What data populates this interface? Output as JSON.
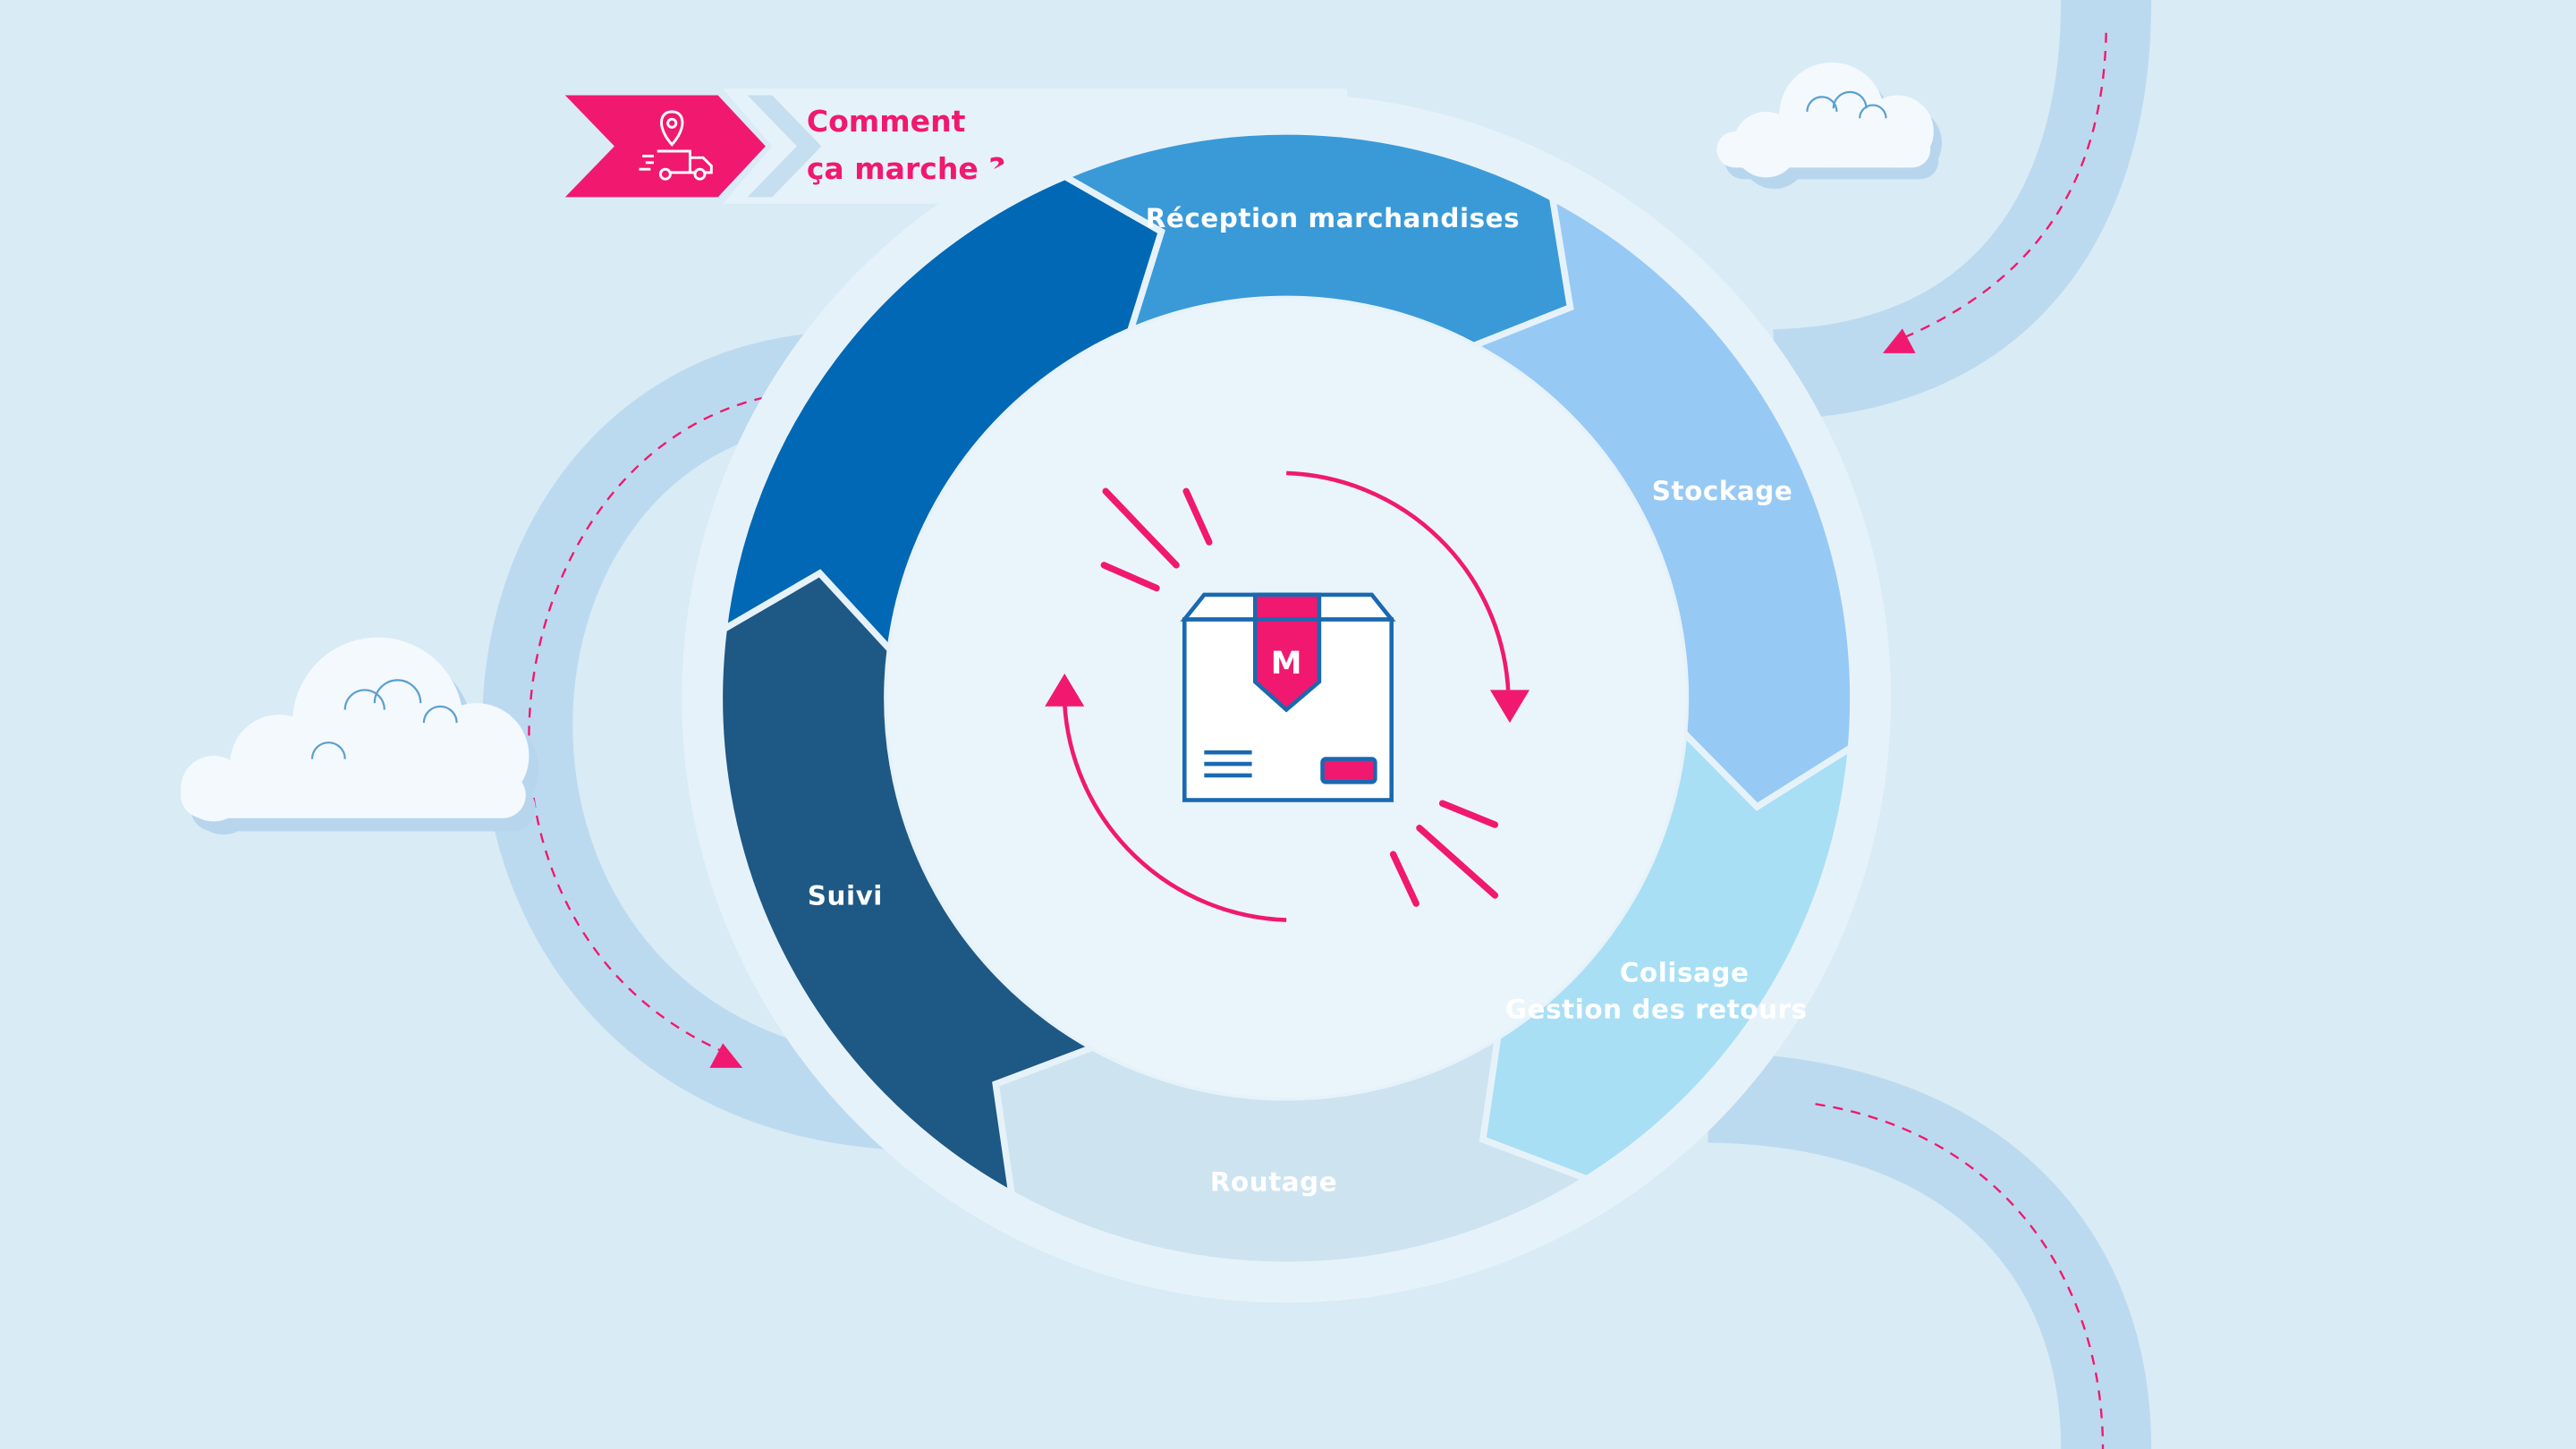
{
  "header": {
    "title_line1": "Comment",
    "title_line2": "ça marche ?",
    "icon": "delivery-truck-location-icon"
  },
  "cycle": {
    "steps": [
      {
        "label": "Réception marchandises",
        "color": "#3a9ad8"
      },
      {
        "label": "Stockage",
        "color": "#97c9f5"
      },
      {
        "label": "Colisage",
        "color": "#a8dff5"
      },
      {
        "label": "Routage",
        "color": "#cde3f0"
      },
      {
        "label": "Suivi",
        "color": "#1e5885"
      },
      {
        "label": "Gestion des retours",
        "color": "#0068b4"
      }
    ],
    "center_icon": "package-box-icon",
    "box_letter": "M"
  },
  "colors": {
    "accent": "#f0196f",
    "background": "#d9ebf5",
    "track": "#bcdaef",
    "disk": "#e6f2fa"
  }
}
